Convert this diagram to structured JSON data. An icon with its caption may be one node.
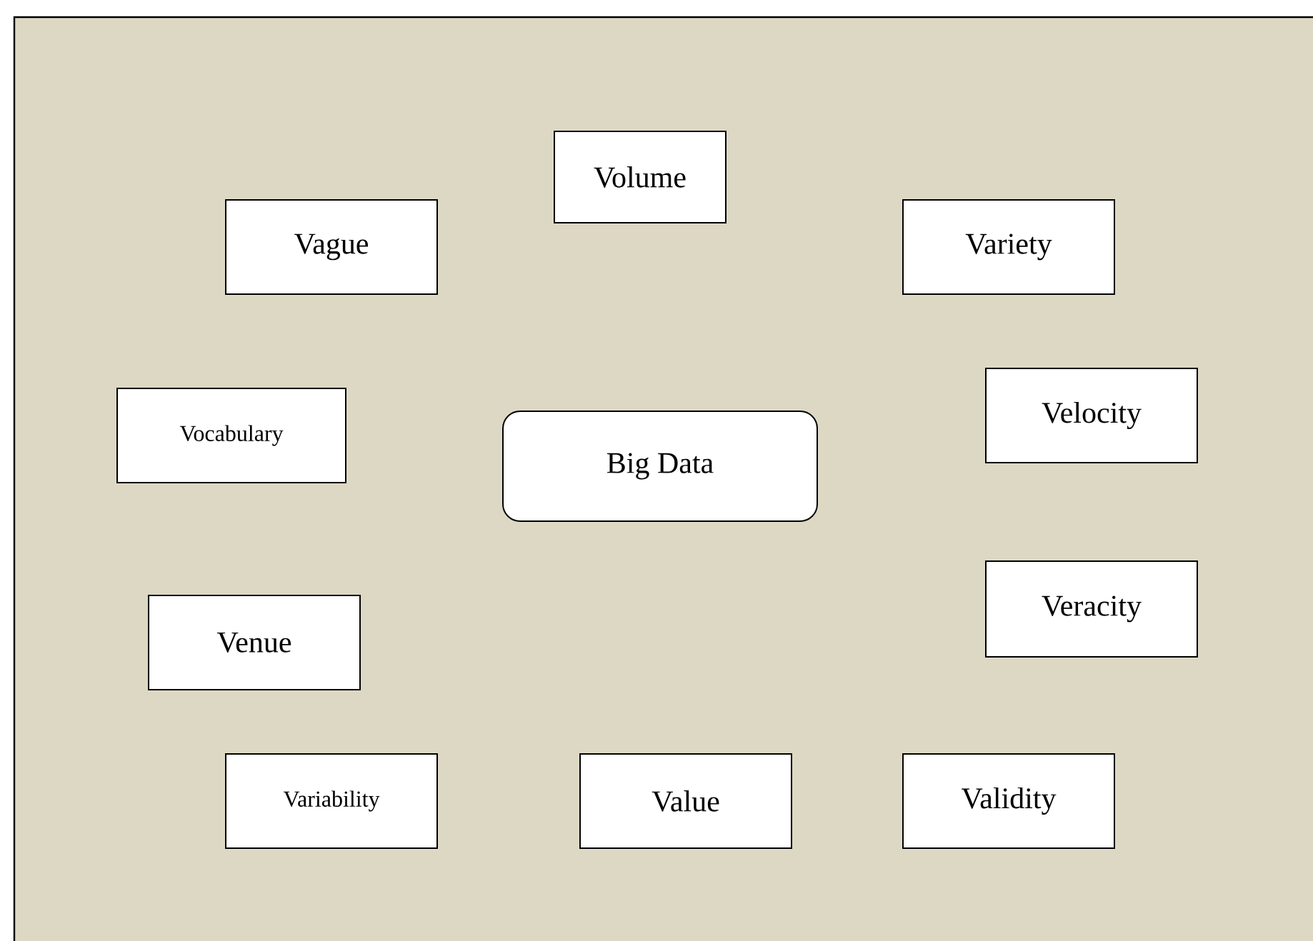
{
  "diagram": {
    "nodes": [
      {
        "text": [
          "Big Data"
        ]
      },
      {
        "text": [
          "Volume"
        ]
      },
      {
        "text": [
          "Vague"
        ]
      },
      {
        "text": [
          "Variety"
        ]
      },
      {
        "text": [
          "Vocabulary"
        ]
      },
      {
        "text": [
          "Velocity"
        ]
      },
      {
        "text": [
          "Veracity"
        ]
      },
      {
        "text": [
          "Venue"
        ]
      },
      {
        "text": [
          "Variability"
        ]
      },
      {
        "text": [
          "Value"
        ]
      },
      {
        "text": [
          "Validity"
        ]
      }
    ],
    "edges": []
  }
}
